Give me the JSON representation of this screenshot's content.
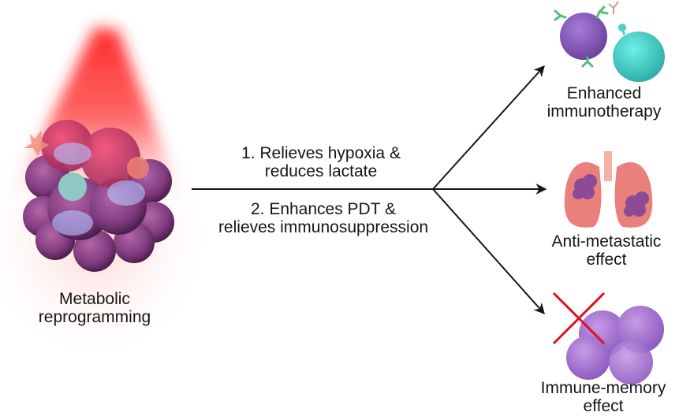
{
  "left_panel": {
    "label_line1": "Metabolic",
    "label_line2": "reprogramming",
    "illustration": "laser-irradiated-tumor-icon"
  },
  "center": {
    "step1_line1": "1. Relieves hypoxia &",
    "step1_line2": "reduces lactate",
    "step2_line1": "2. Enhances PDT &",
    "step2_line2": "relieves immunosuppression"
  },
  "outcomes": [
    {
      "line1": "Enhanced",
      "line2": "immunotherapy",
      "icon": "immune-cells-icon"
    },
    {
      "line1": "Anti-metastatic",
      "line2": "effect",
      "icon": "lungs-icon"
    },
    {
      "line1": "Immune-memory",
      "line2": "effect",
      "icon": "crossed-tumor-icon"
    }
  ],
  "colors": {
    "laser_red": "#ff2a2a",
    "tumor_purple": "#8a3f8c",
    "tumor_magenta": "#c0406e",
    "teal_cell": "#3ecdc6",
    "purple_cell": "#8b5bb8",
    "antibody_green": "#4cc07a",
    "lung_pink": "#e9807c",
    "cross_red": "#e01020",
    "arrow": "#1a1414"
  }
}
